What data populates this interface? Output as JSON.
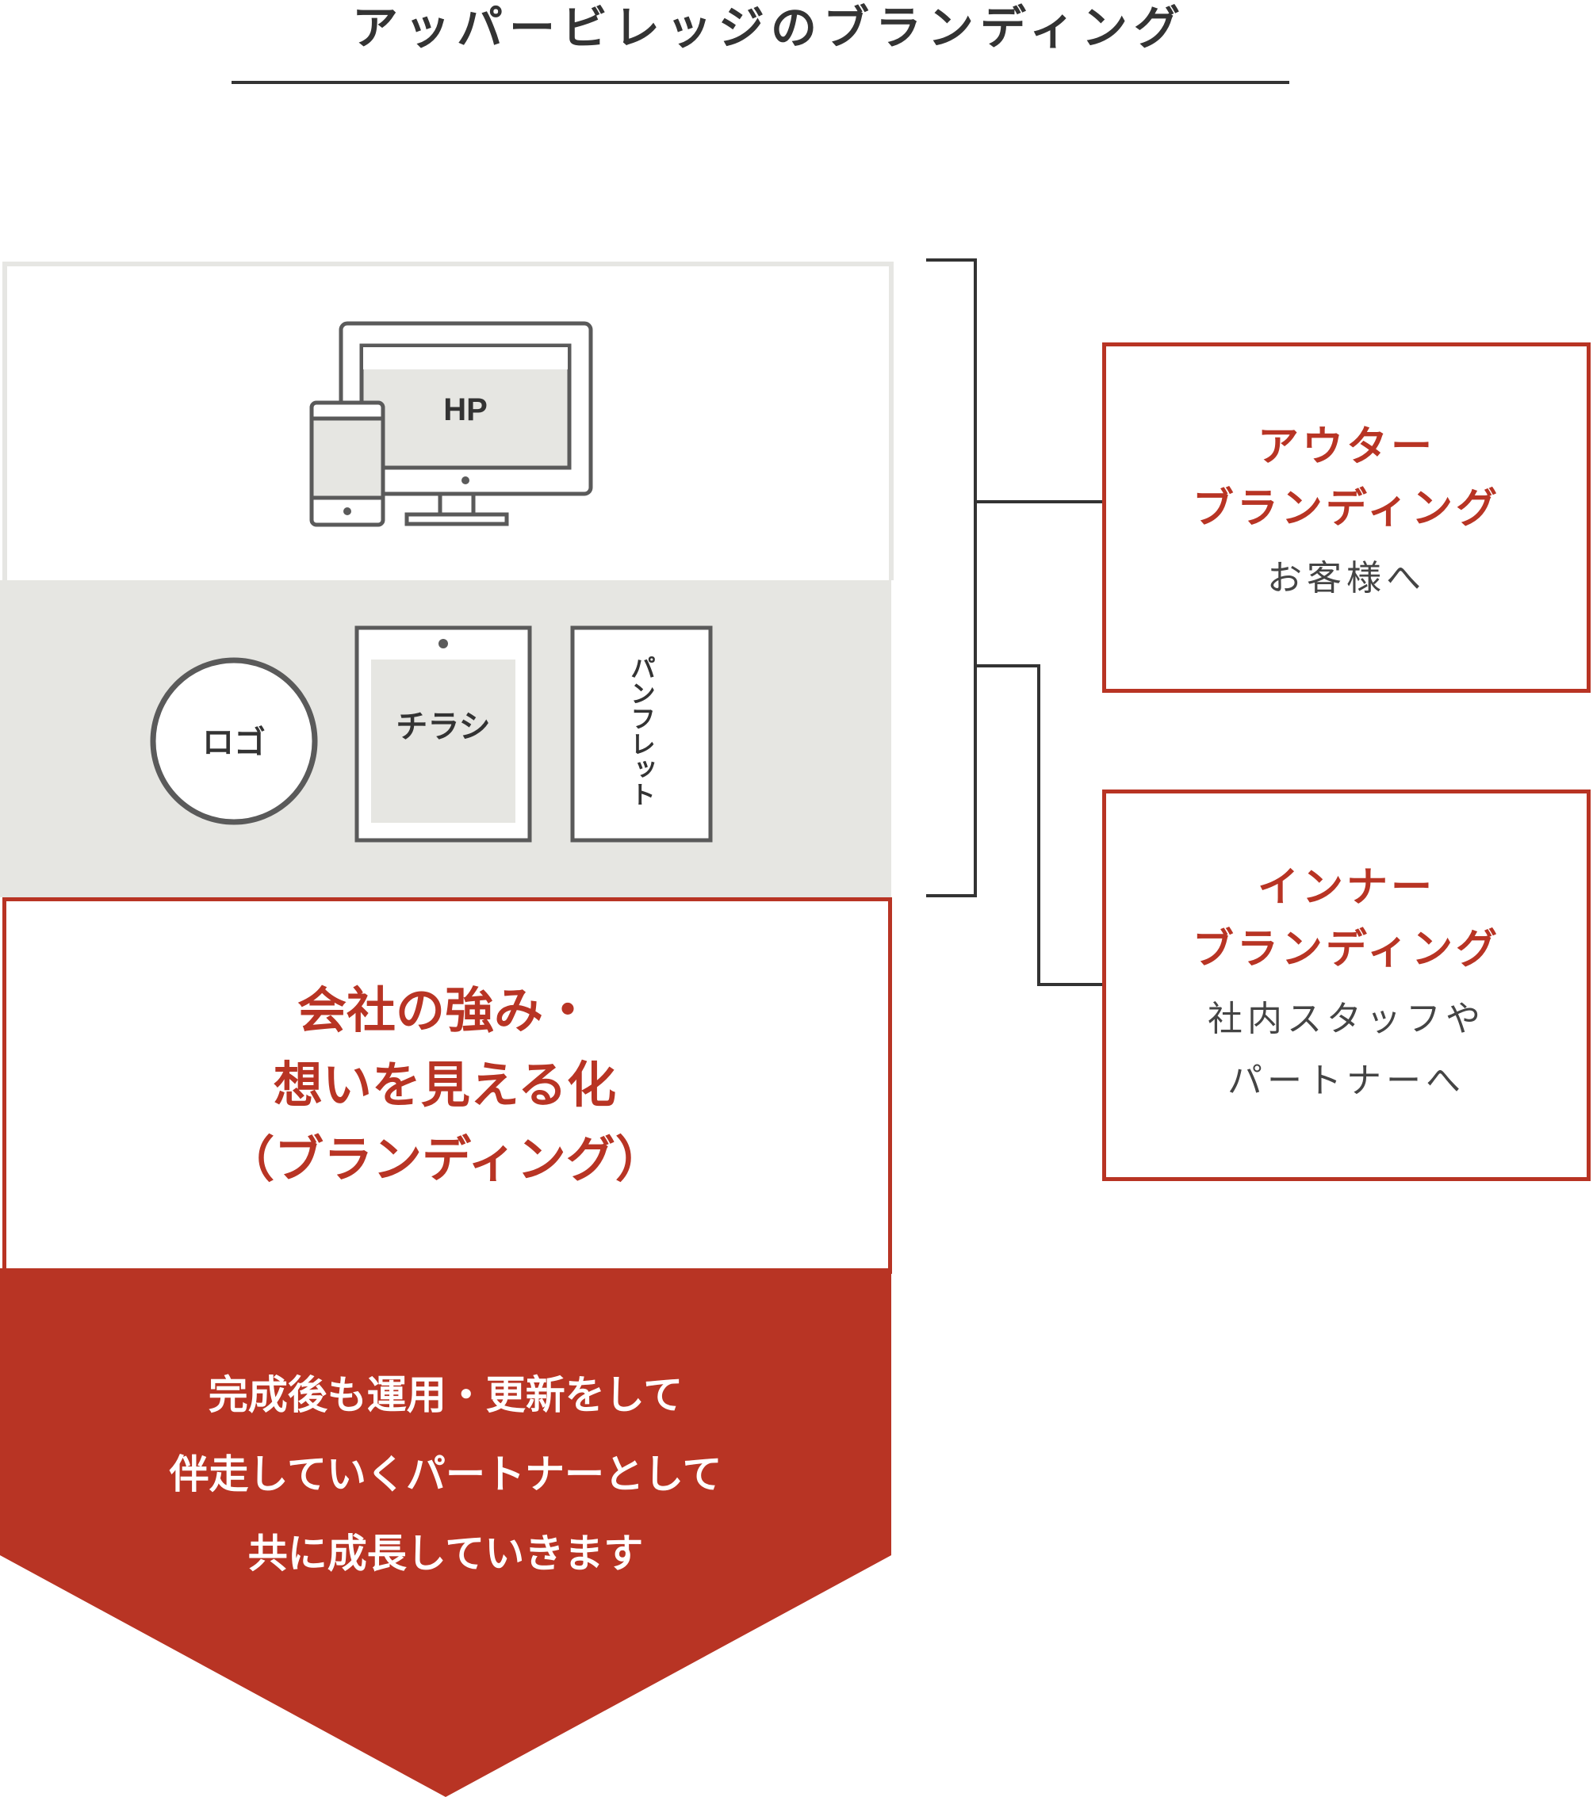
{
  "title": "アッパービレッジのブランディング",
  "media": {
    "hp": "HP",
    "logo": "ロゴ",
    "flyer": "チラシ",
    "pamphlet": "パンフレット"
  },
  "brand": {
    "line1": "会社の強み・",
    "line2": "想いを見える化",
    "line3": "（ブランディング）"
  },
  "partner": {
    "line1": "完成後も運用・更新をして",
    "line2": "伴走していくパートナーとして",
    "line3": "共に成長していきます"
  },
  "outer": {
    "title1": "アウター",
    "title2": "ブランディング",
    "sub1": "お客様へ"
  },
  "inner": {
    "title1": "インナー",
    "title2": "ブランディング",
    "sub1": "社内スタッフや",
    "sub2": "パートナーへ"
  },
  "colors": {
    "accent": "#b83424",
    "panel_gray": "#e6e6e2",
    "line": "#333333"
  }
}
